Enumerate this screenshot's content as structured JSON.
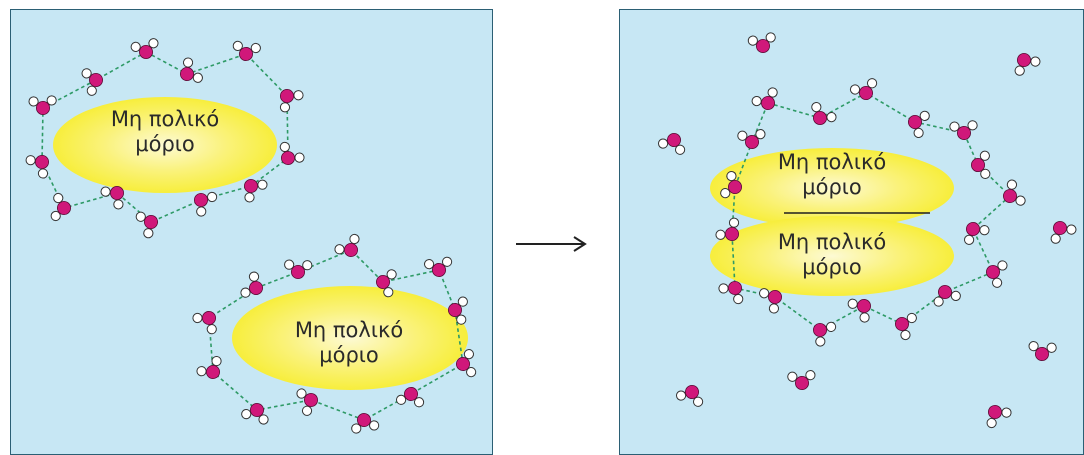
{
  "labels": {
    "left_top": [
      "Μη πολικό",
      "μόριο"
    ],
    "left_bottom": [
      "Μη πολικό",
      "μόριο"
    ],
    "right_upper": [
      "Μη πολικό",
      "μόριο"
    ],
    "right_lower": [
      "Μη πολικό",
      "μόριο"
    ]
  },
  "colors": {
    "water_background": "#c7e7f4",
    "oxygen": "#d0187a",
    "hydrogen": "#ffffff",
    "hydrogen_bond": "#2e9a66",
    "molecule_core": "#f7ee3c",
    "molecule_edge": "#fdfad4",
    "frame": "#2b5f74"
  },
  "icons": {
    "arrow": "right-arrow-icon",
    "water_molecule": "water-molecule-icon"
  }
}
